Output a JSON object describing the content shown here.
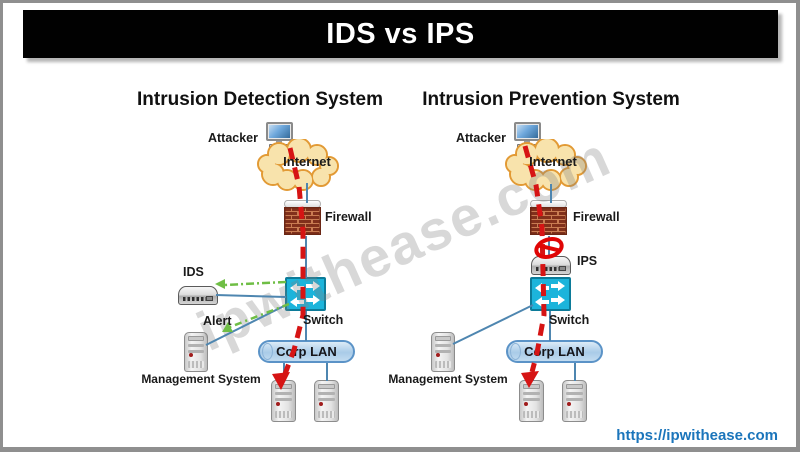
{
  "title": "IDS vs IPS",
  "watermark": "ipwithease.com",
  "footer": {
    "url": "https://ipwithease.com"
  },
  "left": {
    "heading": "Intrusion Detection System",
    "labels": {
      "attacker": "Attacker",
      "internet": "Internet",
      "firewall": "Firewall",
      "ids": "IDS",
      "alert": "Alert",
      "switch": "Switch",
      "management": "Management System",
      "corp_lan": "Corp LAN"
    }
  },
  "right": {
    "heading": "Intrusion Prevention System",
    "labels": {
      "attacker": "Attacker",
      "internet": "Internet",
      "firewall": "Firewall",
      "ips": "IPS",
      "switch": "Switch",
      "management": "Management System",
      "corp_lan": "Corp LAN"
    }
  },
  "colors": {
    "attack_path_red": "#d61414",
    "link_blue": "#4e86b0",
    "alert_green": "#6fbe45",
    "switch_cyan": "#1cb4db",
    "cloud_fill": "#f8e3ac",
    "cloud_stroke": "#e29a35",
    "title_bg": "#010101",
    "url_blue": "#1b75bb"
  }
}
